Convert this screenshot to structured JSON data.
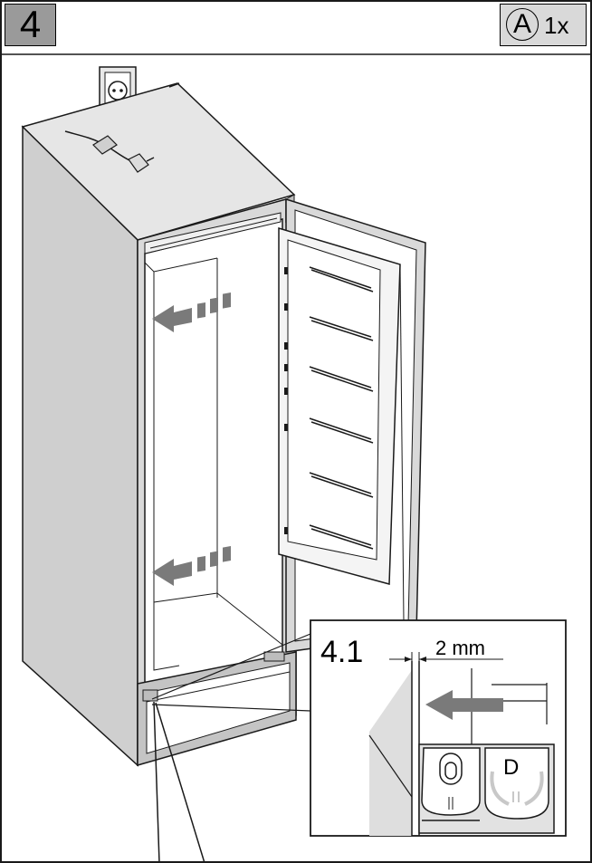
{
  "step": {
    "number": "4"
  },
  "parts": {
    "letter": "A",
    "count": "1x"
  },
  "detail": {
    "title": "4.1",
    "dimension": "2 mm",
    "part_letter": "D"
  },
  "colors": {
    "line": "#1a1a1a",
    "cabinet_fill": "#d6d6d6",
    "cabinet_shade": "#bfbfbf",
    "arrow": "#7a7a7a",
    "panel_gray": "#e2e2e2"
  },
  "icons": [
    "power-socket-icon",
    "power-plug-icon",
    "push-arrow-icon"
  ]
}
